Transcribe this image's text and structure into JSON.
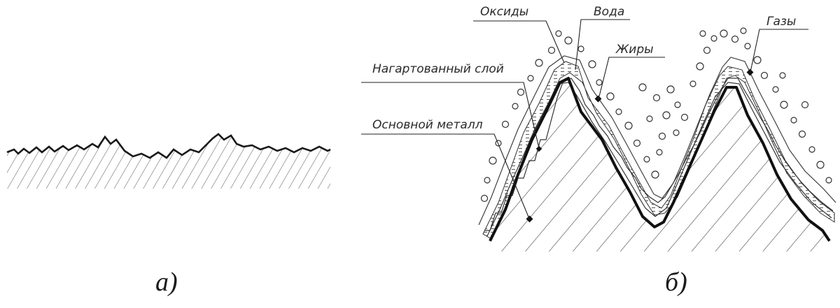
{
  "figure": {
    "left_caption": "а)",
    "right_caption": "б)"
  },
  "labels": {
    "oxides": "Оксиды",
    "water": "Вода",
    "gases": "Газы",
    "fats": "Жиры",
    "work_hardened_layer": "Нагартованный слой",
    "base_metal": "Основной металл"
  },
  "colors": {
    "ink": "#1a1a1a",
    "hatch": "#3a3a3a",
    "background": "#ffffff"
  }
}
